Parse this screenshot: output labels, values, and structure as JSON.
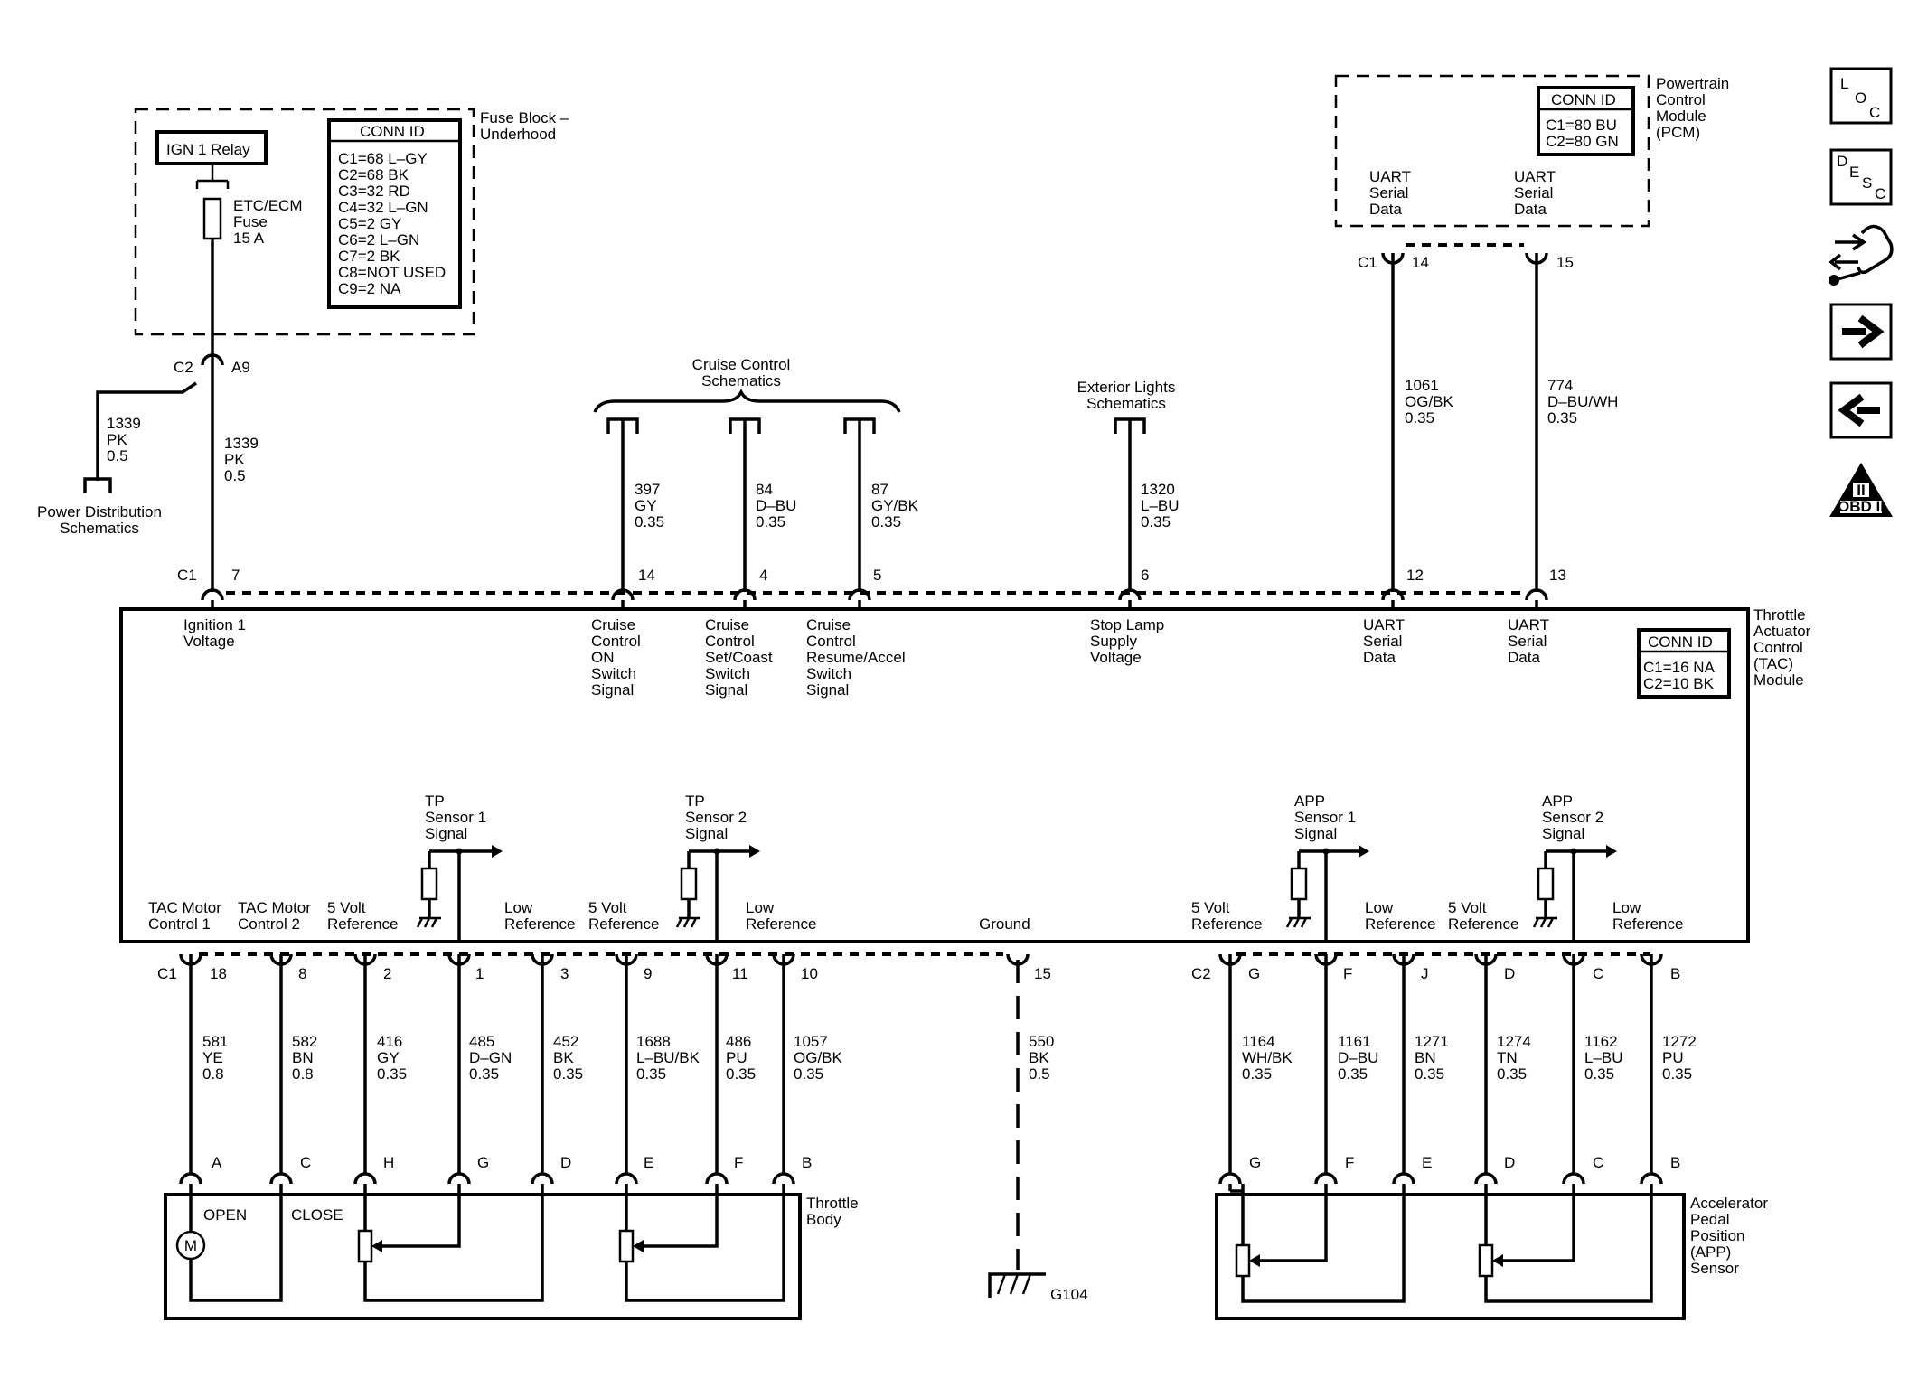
{
  "fuse_block": {
    "title": [
      "Fuse Block –",
      "Underhood"
    ],
    "relay": "IGN 1 Relay",
    "fuse": [
      "ETC/ECM",
      "Fuse",
      "15 A"
    ],
    "conn_id_header": "CONN ID",
    "conn_ids": [
      "C1=68 L–GY",
      "C2=68 BK",
      "C3=32 RD",
      "C4=32 L–GN",
      "C5=2 GY",
      "C6=2 L–GN",
      "C7=2 BK",
      "C8=NOT USED",
      "C9=2 NA"
    ],
    "conn": "C2",
    "pin": "A9"
  },
  "power_distribution": {
    "wire": [
      "1339",
      "PK",
      "0.5"
    ],
    "label": [
      "Power Distribution",
      "Schematics"
    ]
  },
  "pcm": {
    "title": [
      "Powertrain",
      "Control",
      "Module",
      "(PCM)"
    ],
    "conn_id_header": "CONN ID",
    "conn_ids": [
      "C1=80 BU",
      "C2=80 GN"
    ],
    "uart1": [
      "UART",
      "Serial",
      "Data"
    ],
    "uart2": [
      "UART",
      "Serial",
      "Data"
    ],
    "conn": "C1",
    "pin1": "14",
    "pin2": "15"
  },
  "cruise": {
    "title": [
      "Cruise Control",
      "Schematics"
    ]
  },
  "exterior": {
    "title": [
      "Exterior Lights",
      "Schematics"
    ]
  },
  "tac_top_wires": [
    {
      "circuit": "1339",
      "color": "PK",
      "gauge": "0.5",
      "pin": "7",
      "label": [
        "Ignition 1",
        "Voltage"
      ]
    },
    {
      "circuit": "397",
      "color": "GY",
      "gauge": "0.35",
      "pin": "14",
      "label": [
        "Cruise",
        "Control",
        "ON",
        "Switch",
        "Signal"
      ]
    },
    {
      "circuit": "84",
      "color": "D–BU",
      "gauge": "0.35",
      "pin": "4",
      "label": [
        "Cruise",
        "Control",
        "Set/Coast",
        "Switch",
        "Signal"
      ]
    },
    {
      "circuit": "87",
      "color": "GY/BK",
      "gauge": "0.35",
      "pin": "5",
      "label": [
        "Cruise",
        "Control",
        "Resume/Accel",
        "Switch",
        "Signal"
      ]
    },
    {
      "circuit": "1320",
      "color": "L–BU",
      "gauge": "0.35",
      "pin": "6",
      "label": [
        "Stop Lamp",
        "Supply",
        "Voltage"
      ]
    },
    {
      "circuit": "1061",
      "color": "OG/BK",
      "gauge": "0.35",
      "pin": "12",
      "label": [
        "UART",
        "Serial",
        "Data"
      ]
    },
    {
      "circuit": "774",
      "color": "D–BU/WH",
      "gauge": "0.35",
      "pin": "13",
      "label": [
        "UART",
        "Serial",
        "Data"
      ]
    }
  ],
  "tac_module": {
    "title": [
      "Throttle",
      "Actuator",
      "Control",
      "(TAC)",
      "Module"
    ],
    "conn_id_header": "CONN ID",
    "conn_ids": [
      "C1=16 NA",
      "C2=10 BK"
    ],
    "top_conn": "C1",
    "bottom_conn_left": "C1",
    "bottom_conn_right": "C2",
    "tp1": [
      "TP",
      "Sensor 1",
      "Signal"
    ],
    "tp2": [
      "TP",
      "Sensor 2",
      "Signal"
    ],
    "app1": [
      "APP",
      "Sensor 1",
      "Signal"
    ],
    "app2": [
      "APP",
      "Sensor 2",
      "Signal"
    ]
  },
  "tac_bottom_wires": [
    {
      "label": [
        "TAC Motor",
        "Control 1"
      ],
      "pin": "18",
      "circuit": "581",
      "color": "YE",
      "gauge": "0.8",
      "end_pin": "A"
    },
    {
      "label": [
        "TAC Motor",
        "Control 2"
      ],
      "pin": "8",
      "circuit": "582",
      "color": "BN",
      "gauge": "0.8",
      "end_pin": "C"
    },
    {
      "label": [
        "5 Volt",
        "Reference"
      ],
      "pin": "2",
      "circuit": "416",
      "color": "GY",
      "gauge": "0.35",
      "end_pin": "H"
    },
    {
      "label": [],
      "pin": "1",
      "circuit": "485",
      "color": "D–GN",
      "gauge": "0.35",
      "end_pin": "G"
    },
    {
      "label": [
        "Low",
        "Reference"
      ],
      "pin": "3",
      "circuit": "452",
      "color": "BK",
      "gauge": "0.35",
      "end_pin": "D"
    },
    {
      "label": [
        "5 Volt",
        "Reference"
      ],
      "pin": "9",
      "circuit": "1688",
      "color": "L–BU/BK",
      "gauge": "0.35",
      "end_pin": "E"
    },
    {
      "label": [],
      "pin": "11",
      "circuit": "486",
      "color": "PU",
      "gauge": "0.35",
      "end_pin": "F"
    },
    {
      "label": [
        "Low",
        "Reference"
      ],
      "pin": "10",
      "circuit": "1057",
      "color": "OG/BK",
      "gauge": "0.35",
      "end_pin": "B"
    },
    {
      "label": [
        "Ground"
      ],
      "pin": "15",
      "circuit": "550",
      "color": "BK",
      "gauge": "0.5",
      "end_pin": ""
    },
    {
      "label": [
        "5 Volt",
        "Reference"
      ],
      "pin": "G",
      "circuit": "1164",
      "color": "WH/BK",
      "gauge": "0.35",
      "end_pin": "G"
    },
    {
      "label": [],
      "pin": "F",
      "circuit": "1161",
      "color": "D–BU",
      "gauge": "0.35",
      "end_pin": "F"
    },
    {
      "label": [
        "Low",
        "Reference"
      ],
      "pin": "J",
      "circuit": "1271",
      "color": "BN",
      "gauge": "0.35",
      "end_pin": "E"
    },
    {
      "label": [
        "5 Volt",
        "Reference"
      ],
      "pin": "D",
      "circuit": "1274",
      "color": "TN",
      "gauge": "0.35",
      "end_pin": "D"
    },
    {
      "label": [],
      "pin": "C",
      "circuit": "1162",
      "color": "L–BU",
      "gauge": "0.35",
      "end_pin": "C"
    },
    {
      "label": [
        "Low",
        "Reference"
      ],
      "pin": "B",
      "circuit": "1272",
      "color": "PU",
      "gauge": "0.35",
      "end_pin": "B"
    }
  ],
  "throttle_body": {
    "title": [
      "Throttle",
      "Body"
    ],
    "motor_symbol": "M",
    "open_label": "OPEN",
    "close_label": "CLOSE"
  },
  "ground": {
    "id": "G104"
  },
  "app_sensor": {
    "title": [
      "Accelerator",
      "Pedal",
      "Position",
      "(APP)",
      "Sensor"
    ]
  },
  "sidebar": {
    "loc": [
      "L",
      "O",
      "C"
    ],
    "desc": [
      "D",
      "E",
      "S",
      "C"
    ],
    "obd": [
      "II",
      "OBD II"
    ]
  }
}
